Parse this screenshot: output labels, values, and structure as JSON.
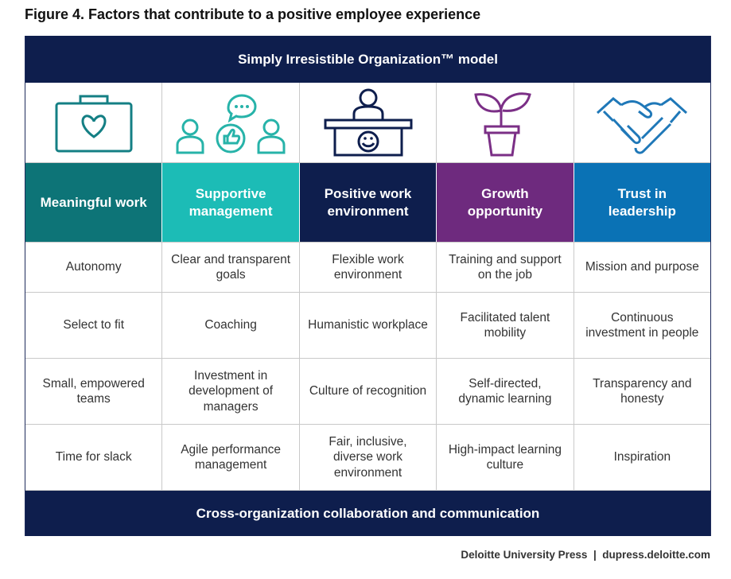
{
  "figure_title": "Figure 4. Factors that contribute to a positive employee experience",
  "model_title": "Simply Irresistible Organization™ model",
  "columns": [
    {
      "header": "Meaningful work",
      "color": "#0d7477",
      "icon": "briefcase-heart-icon",
      "icon_color": "#147f84",
      "items": [
        "Autonomy",
        "Select to fit",
        "Small, empowered teams",
        "Time for slack"
      ]
    },
    {
      "header": "Supportive management",
      "color": "#1cbcb6",
      "icon": "team-conversation-icon",
      "icon_color": "#27b3a9",
      "items": [
        "Clear and transparent goals",
        "Coaching",
        "Investment in development of managers",
        "Agile performance management"
      ]
    },
    {
      "header": "Positive work environment",
      "color": "#0e1e4d",
      "icon": "person-at-desk-icon",
      "icon_color": "#0e1e4d",
      "items": [
        "Flexible work environment",
        "Humanistic workplace",
        "Culture of recognition",
        "Fair, inclusive, diverse work environment"
      ]
    },
    {
      "header": "Growth opportunity",
      "color": "#6e2a7e",
      "icon": "potted-plant-icon",
      "icon_color": "#7b2f86",
      "items": [
        "Training and support on the job",
        "Facilitated talent mobility",
        "Self-directed, dynamic learning",
        "High-impact learning culture"
      ]
    },
    {
      "header": "Trust in leadership",
      "color": "#0a72b5",
      "icon": "handshake-icon",
      "icon_color": "#1f78b8",
      "items": [
        "Mission and purpose",
        "Continuous investment in people",
        "Transparency and honesty",
        "Inspiration"
      ]
    }
  ],
  "bottom_band": "Cross-organization collaboration and communication",
  "footer": "Deloitte University Press  |  dupress.deloitte.com"
}
